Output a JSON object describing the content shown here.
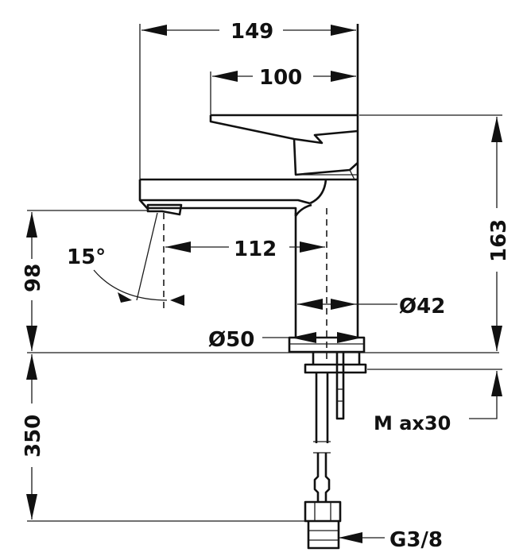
{
  "drawing": {
    "dimensions": {
      "overall_width": "149",
      "lever_length": "100",
      "spout_reach": "112",
      "total_height": "163",
      "spout_height": "98",
      "supply_length": "350",
      "lever_angle": "15°",
      "body_diameter": "Ø42",
      "base_diameter": "Ø50",
      "max_deck": "M ax30",
      "thread": "G3/8"
    }
  }
}
